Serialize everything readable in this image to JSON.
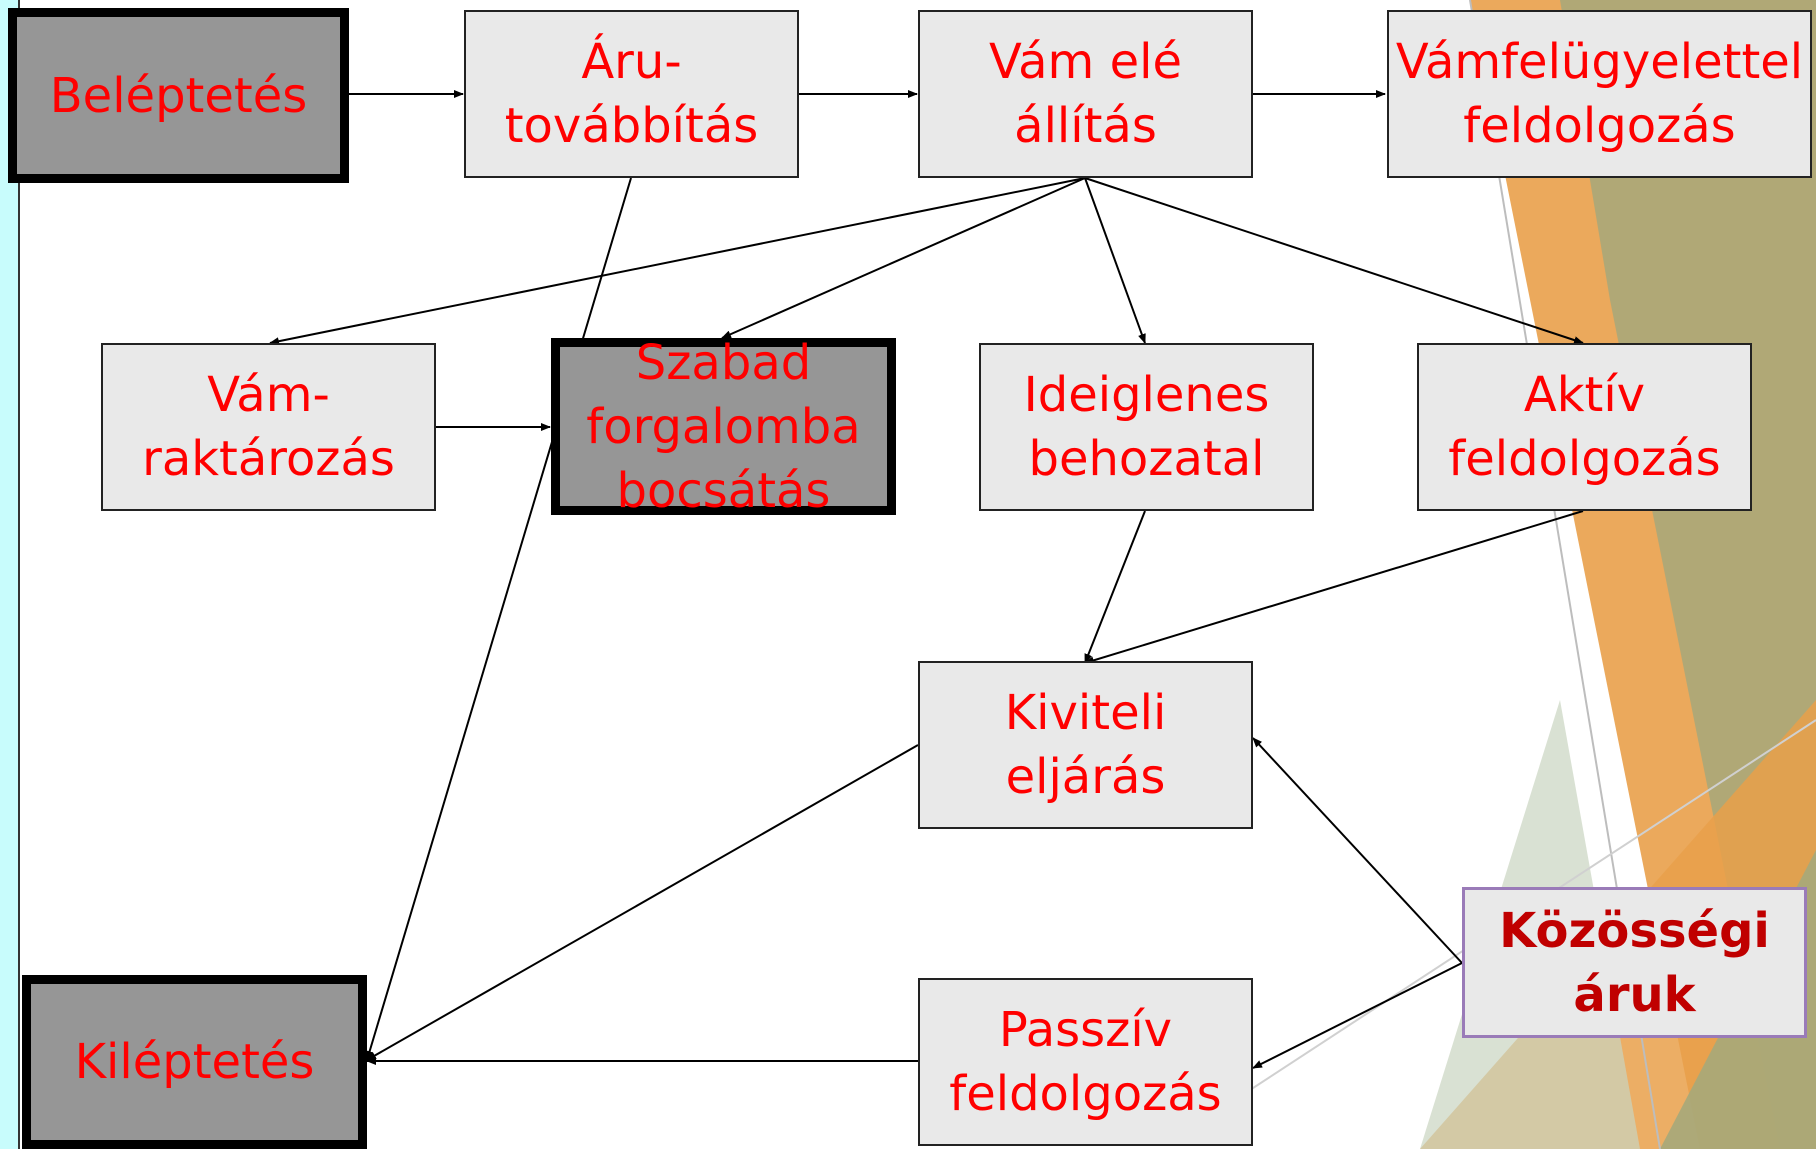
{
  "diagram": {
    "nodes": {
      "beleptetes": "Beléptetés",
      "aru_tovabbitas": "Áru-\ntovábbítás",
      "vam_ele_allitas": "Vám elé\nállítás",
      "vamfelugyelettel": "Vámfelügyelettel\nfeldolgozás",
      "vam_raktarozas": "Vám-\nraktározás",
      "szabad_forgalomba": "Szabad\nforgalomba\nbocsátás",
      "ideiglenes": "Ideiglenes\nbehozatal",
      "aktiv": "Aktív\nfeldolgozás",
      "kiviteli": "Kiviteli\neljárás",
      "kozossegi": "Közösségi\náruk",
      "passziv": "Passzív\nfeldolgozás",
      "kileptetes": "Kiléptetés"
    },
    "edges": [
      [
        "beleptetes",
        "aru_tovabbitas"
      ],
      [
        "aru_tovabbitas",
        "vam_ele_allitas"
      ],
      [
        "vam_ele_allitas",
        "vamfelugyelettel"
      ],
      [
        "vam_ele_allitas",
        "vam_raktarozas"
      ],
      [
        "vam_ele_allitas",
        "szabad_forgalomba"
      ],
      [
        "vam_ele_allitas",
        "ideiglenes"
      ],
      [
        "vam_ele_allitas",
        "aktiv"
      ],
      [
        "vam_raktarozas",
        "szabad_forgalomba"
      ],
      [
        "aru_tovabbitas",
        "kileptetes"
      ],
      [
        "ideiglenes",
        "kiviteli"
      ],
      [
        "aktiv",
        "kiviteli"
      ],
      [
        "kiviteli",
        "kileptetes"
      ],
      [
        "kozossegi",
        "kiviteli"
      ],
      [
        "kozossegi",
        "passziv"
      ],
      [
        "passziv",
        "kileptetes"
      ]
    ],
    "colors": {
      "label": "#ff0000",
      "community_label": "#c00000",
      "box_fill": "#e9e9e9",
      "terminal_fill": "#969696",
      "community_border": "#9a7bb8",
      "accent_orange": "#e9a04a",
      "accent_olive": "#a6a87a"
    }
  }
}
